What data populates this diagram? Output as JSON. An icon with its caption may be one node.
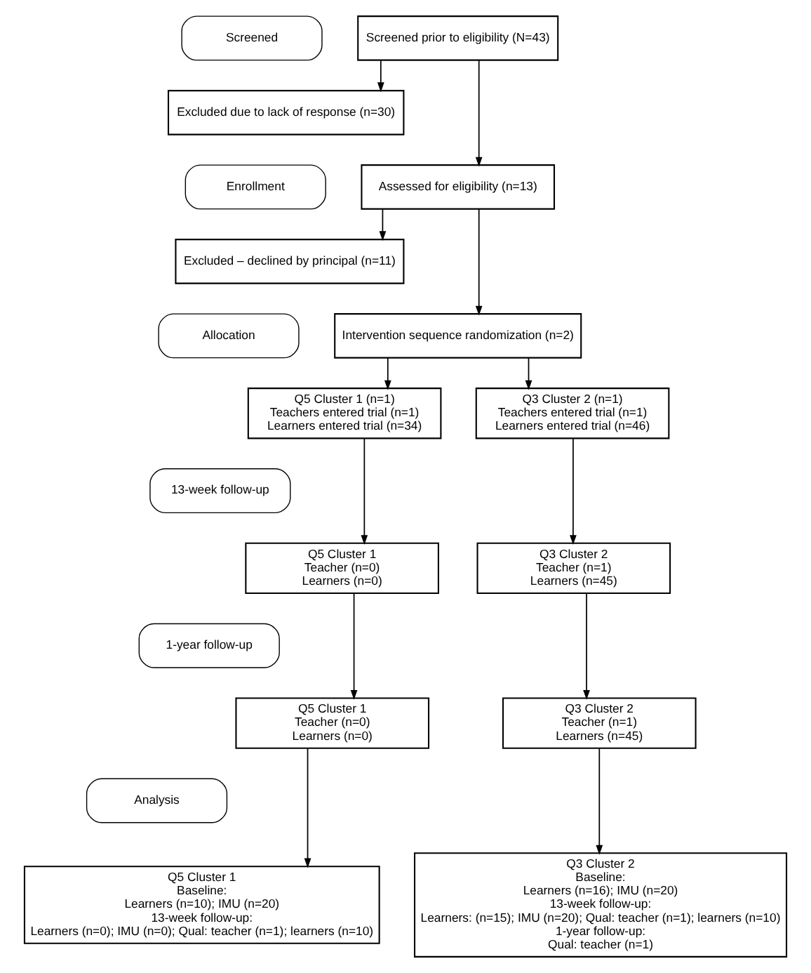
{
  "diagram": {
    "nodes": [
      {
        "text": [
          "Screened"
        ]
      },
      {
        "text": [
          "Screened prior to eligibility (N=43)"
        ]
      },
      {
        "text": [
          "Excluded due to lack of response (n=30)"
        ]
      },
      {
        "text": [
          "Enrollment"
        ]
      },
      {
        "text": [
          "Assessed for eligibility (n=13)"
        ]
      },
      {
        "text": [
          "Excluded – declined by principal (n=11)"
        ]
      },
      {
        "text": [
          "Intervention sequence randomization (n=2)"
        ]
      },
      {
        "text": [
          "Allocation"
        ]
      },
      {
        "text": [
          "Q5 Cluster 1 (n=1)",
          "Teachers entered trial (n=1)",
          "Learners entered trial (n=34)"
        ]
      },
      {
        "text": [
          "Q3 Cluster 2 (n=1)",
          "Teachers entered trial (n=1)",
          "Learners entered trial (n=46)"
        ]
      },
      {
        "text": [
          "13-week follow-up"
        ]
      },
      {
        "text": [
          "Q5 Cluster 1",
          "Teacher (n=0)",
          "Learners (n=0)"
        ]
      },
      {
        "text": [
          "Q3 Cluster 2",
          "Teacher (n=1)",
          "Learners (n=45)"
        ]
      },
      {
        "text": [
          "1-year follow-up"
        ]
      },
      {
        "text": [
          "Q5 Cluster 1",
          "Teacher (n=0)",
          "Learners (n=0)"
        ]
      },
      {
        "text": [
          "Q3 Cluster 2",
          "Teacher (n=1)",
          "Learners (n=45)"
        ]
      },
      {
        "text": [
          "Analysis"
        ]
      },
      {
        "text": [
          "Q5 Cluster 1",
          "Baseline:",
          "Learners (n=10); IMU (n=20)",
          "13-week follow-up:",
          "Learners (n=0); IMU (n=0); Qual: teacher (n=1); learners (n=10)"
        ]
      },
      {
        "text": [
          "Q3 Cluster 2",
          "Baseline:",
          "Learners (n=16); IMU (n=20)",
          "13-week follow-up:",
          "Learners: (n=15); IMU (n=20); Qual: teacher (n=1); learners (n=10)",
          "1-year follow-up:",
          "Qual: teacher (n=1)"
        ]
      }
    ],
    "edges": [
      {
        "from": 1,
        "to": 2,
        "arrow": "to"
      },
      {
        "from": 1,
        "to": 4,
        "arrow": "to"
      },
      {
        "from": 4,
        "to": 5,
        "arrow": "to"
      },
      {
        "from": 4,
        "to": 6,
        "arrow": "to"
      },
      {
        "from": 6,
        "to": 8,
        "arrow": "to"
      },
      {
        "from": 6,
        "to": 9,
        "arrow": "to"
      },
      {
        "from": 8,
        "to": 11,
        "arrow": "to"
      },
      {
        "from": 9,
        "to": 12,
        "arrow": "to"
      },
      {
        "from": 11,
        "to": 14,
        "arrow": "to"
      },
      {
        "from": 12,
        "to": 15,
        "arrow": "to"
      },
      {
        "from": 14,
        "to": 17,
        "arrow": "to"
      },
      {
        "from": 15,
        "to": 18,
        "arrow": "to"
      }
    ]
  }
}
